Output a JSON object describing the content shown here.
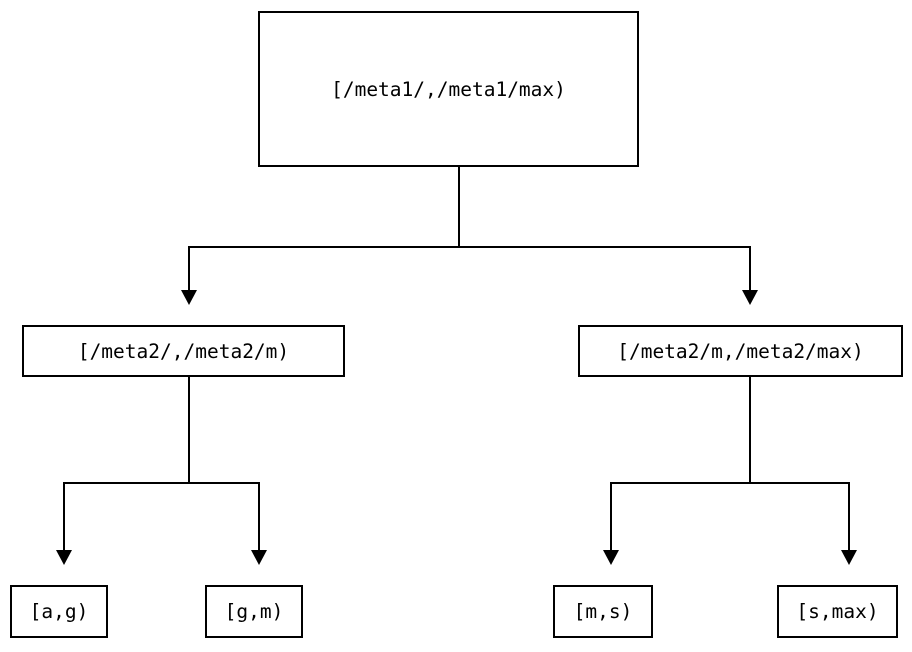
{
  "diagram": {
    "type": "tree",
    "orientation": "top-down",
    "background_color": "#ffffff",
    "line_color": "#000000",
    "node_fill_color": "#ffffff",
    "node_border_color": "#000000",
    "levels": 3,
    "root": {
      "id": "root",
      "label": "[/meta1/,/meta1/max)"
    },
    "mid": [
      {
        "id": "mid-left",
        "label": "[/meta2/,/meta2/m)"
      },
      {
        "id": "mid-right",
        "label": "[/meta2/m,/meta2/max)"
      }
    ],
    "leaves": [
      {
        "id": "leaf-1",
        "label": "[a,g)"
      },
      {
        "id": "leaf-2",
        "label": "[g,m)"
      },
      {
        "id": "leaf-3",
        "label": "[m,s)"
      },
      {
        "id": "leaf-4",
        "label": "[s,max)"
      }
    ]
  }
}
